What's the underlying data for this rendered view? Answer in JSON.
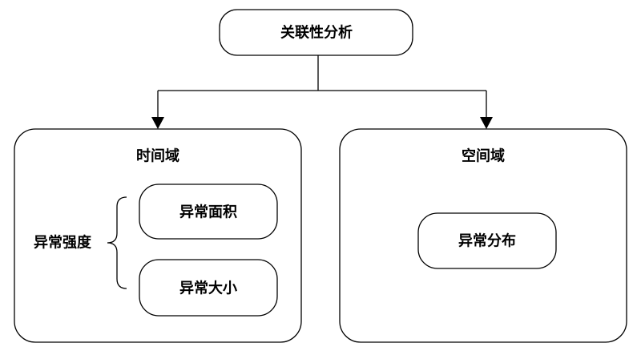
{
  "root": {
    "label": "关联性分析"
  },
  "time_domain": {
    "title": "时间域",
    "group_label": "异常强度",
    "items": [
      {
        "label": "异常面积"
      },
      {
        "label": "异常大小"
      }
    ]
  },
  "space_domain": {
    "title": "空间域",
    "items": [
      {
        "label": "异常分布"
      }
    ]
  },
  "colors": {
    "stroke": "#000000",
    "fill": "#ffffff"
  }
}
